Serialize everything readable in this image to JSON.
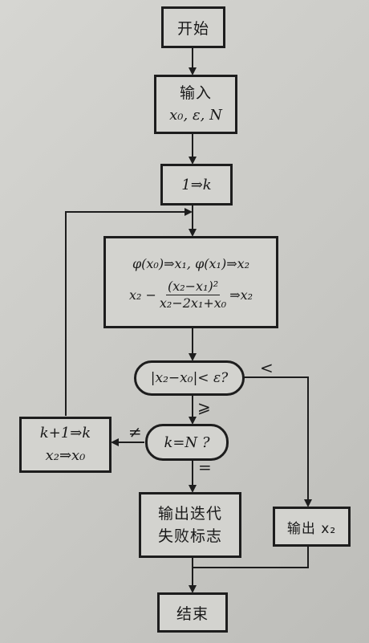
{
  "nodes": {
    "start": "开始",
    "input_title": "输入",
    "input_vars": "x₀, ε, N",
    "init": "1⇒k",
    "iter_line1": "φ(x₀)⇒x₁, φ(x₁)⇒x₂",
    "iter_lhs": "x₂ −",
    "iter_num": "(x₂−x₁)²",
    "iter_den": "x₂−2x₁+x₀",
    "iter_rhs": "⇒x₂",
    "cond1": "|x₂−x₀|< ε?",
    "cond2": "k=N ?",
    "update_line1": "k+1⇒k",
    "update_line2": "x₂⇒x₀",
    "fail_line1": "输出迭代",
    "fail_line2": "失败标志",
    "output": "输出 x₂",
    "end": "结束"
  },
  "edge_labels": {
    "less": "<",
    "geq": "⩾",
    "neq": "≠",
    "eq": "="
  }
}
